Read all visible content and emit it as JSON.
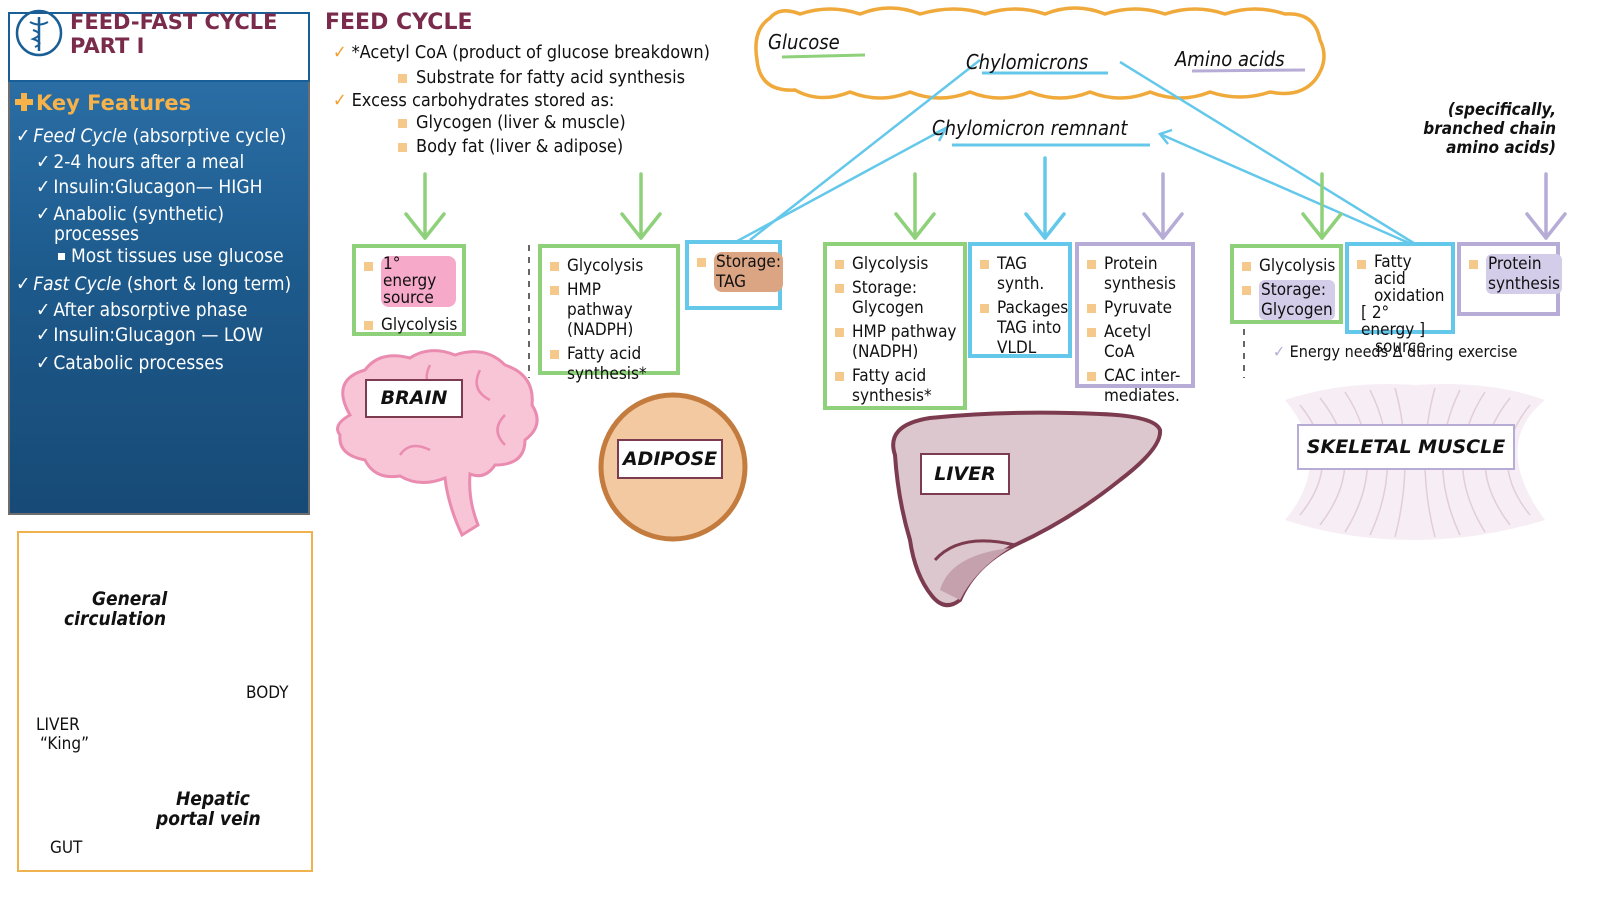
{
  "sidebar": {
    "title_line1": "FEED-FAST CYCLE",
    "title_line2": "PART I",
    "key_features_title": "Key Features",
    "feed_cycle_label": "Feed Cycle",
    "feed_cycle_rest": " (absorptive cycle)",
    "feed_items": [
      "2-4 hours after a meal",
      "Insulin:Glucagon— HIGH",
      "Anabolic (synthetic)",
      "processes"
    ],
    "feed_subitem": "Most tissues use glucose",
    "fast_cycle_label": "Fast Cycle",
    "fast_cycle_rest": " (short & long term)",
    "fast_items": [
      "After absorptive phase",
      "Insulin:Glucagon — LOW",
      "Catabolic processes"
    ]
  },
  "inset": {
    "general_circulation_1": "General",
    "general_circulation_2": "circulation",
    "body": "BODY",
    "liver_1": "LIVER",
    "liver_2": "“King”",
    "hepatic_1": "Hepatic",
    "hepatic_2": "portal vein",
    "gut": "GUT"
  },
  "feed": {
    "title": "FEED CYCLE",
    "acetyl": "*Acetyl CoA (product of glucose breakdown)",
    "substrate": "Substrate for fatty acid synthesis",
    "excess": "Excess carbohydrates stored as:",
    "glycogen": "Glycogen (liver & muscle)",
    "bodyfat": "Body fat (liver & adipose)"
  },
  "intestine": {
    "glucose": "Glucose",
    "chylomicrons": "Chylomicrons",
    "amino_acids": "Amino acids",
    "remnant": "Chylomicron remnant"
  },
  "bcaa_note": [
    "(specifically,",
    "branched chain",
    "amino acids)"
  ],
  "brain": {
    "label": "BRAIN",
    "items": [
      "1° energy source",
      "Glycolysis"
    ]
  },
  "adipose": {
    "label": "ADIPOSE",
    "items": [
      "Glycolysis",
      "HMP pathway (NADPH)",
      "Fatty acid synthesis*"
    ],
    "storage": [
      "Storage:",
      "TAG"
    ]
  },
  "liver": {
    "label": "LIVER",
    "green": [
      "Glycolysis",
      "Storage: Glycogen",
      "HMP pathway (NADPH)",
      "Fatty acid synthesis*"
    ],
    "blue": [
      "TAG synth.",
      "Packages TAG into VLDL"
    ],
    "purple": [
      "Protein synthesis",
      "Pyruvate",
      "Acetyl CoA",
      "CAC inter-mediates."
    ]
  },
  "muscle": {
    "label": "SKELETAL MUSCLE",
    "green": [
      "Glycolysis",
      "Storage: Glycogen"
    ],
    "blue_1": "Fatty acid",
    "blue_2": "oxidation",
    "blue_3": "2° energy",
    "blue_4": "source",
    "purple": [
      "Protein synthesis"
    ],
    "note": "Energy needs Δ during exercise"
  },
  "colors": {
    "green": "#8fd07a",
    "blue": "#64c8ea",
    "purple": "#b6acd6",
    "orange": "#f0a93b",
    "maroon": "#7a2a4a",
    "panel_blue": "#1d5a8c"
  }
}
